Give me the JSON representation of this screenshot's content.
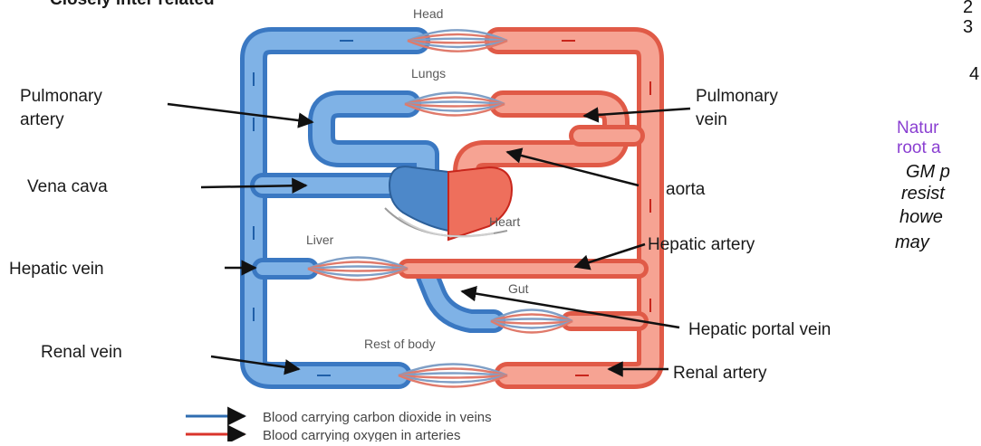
{
  "header": {
    "partial_title": "Closely inter related"
  },
  "colors": {
    "vein": "#5b9bd5",
    "vein_dark": "#2f6db0",
    "artery": "#f08a78",
    "artery_dark": "#d9342b",
    "capillary_blue": "#7f9fc6",
    "capillary_red": "#e07a6b",
    "side_purple": "#8a3fd1"
  },
  "organs": {
    "head": "Head",
    "lungs": "Lungs",
    "heart": "Heart",
    "liver": "Liver",
    "gut": "Gut",
    "rest_of_body": "Rest of body"
  },
  "labels": {
    "pulmonary_artery_line1": "Pulmonary",
    "pulmonary_artery_line2": "artery",
    "pulmonary_vein_line1": "Pulmonary",
    "pulmonary_vein_line2": "vein",
    "vena_cava": "Vena cava",
    "aorta": "aorta",
    "hepatic_vein": "Hepatic vein",
    "hepatic_artery": "Hepatic artery",
    "hepatic_portal_vein": "Hepatic portal vein",
    "renal_vein": "Renal vein",
    "renal_artery": "Renal artery"
  },
  "legend": {
    "vein_text": "Blood carrying carbon dioxide in veins",
    "artery_text": "Blood carrying oxygen in arteries"
  },
  "side_text": {
    "line1": "2",
    "line2": "3",
    "line3": "4",
    "purple1": "Natur",
    "purple2": "root a",
    "italic1": "GM p",
    "italic2": "resist",
    "italic3": "howe",
    "italic4": "may"
  }
}
